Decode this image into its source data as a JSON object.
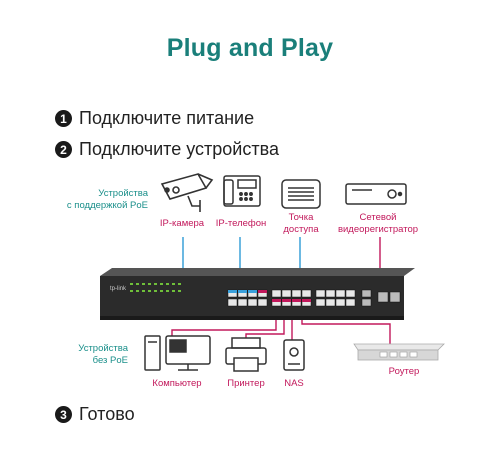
{
  "title": "Plug and Play",
  "steps": [
    {
      "num": "1",
      "text": "Подключите питание"
    },
    {
      "num": "2",
      "text": "Подключите устройства"
    },
    {
      "num": "3",
      "text": "Готово"
    }
  ],
  "groups": {
    "poe": "Устройства\nс поддержкой PoE",
    "non_poe": "Устройства\nбез PoE"
  },
  "poe_devices": {
    "ip_camera": "IP-камера",
    "ip_phone": "IP-телефон",
    "access_point": "Точка\nдоступа",
    "nvr": "Сетевой\nвидеорегистратор"
  },
  "non_poe_devices": {
    "computer": "Компьютер",
    "printer": "Принтер",
    "nas": "NAS",
    "router": "Роутер"
  },
  "colors": {
    "accent": "#1a7f7a",
    "poe_link": "#2e9bd6",
    "data_link": "#c2185b",
    "switch_body": "#2b2b2b"
  }
}
